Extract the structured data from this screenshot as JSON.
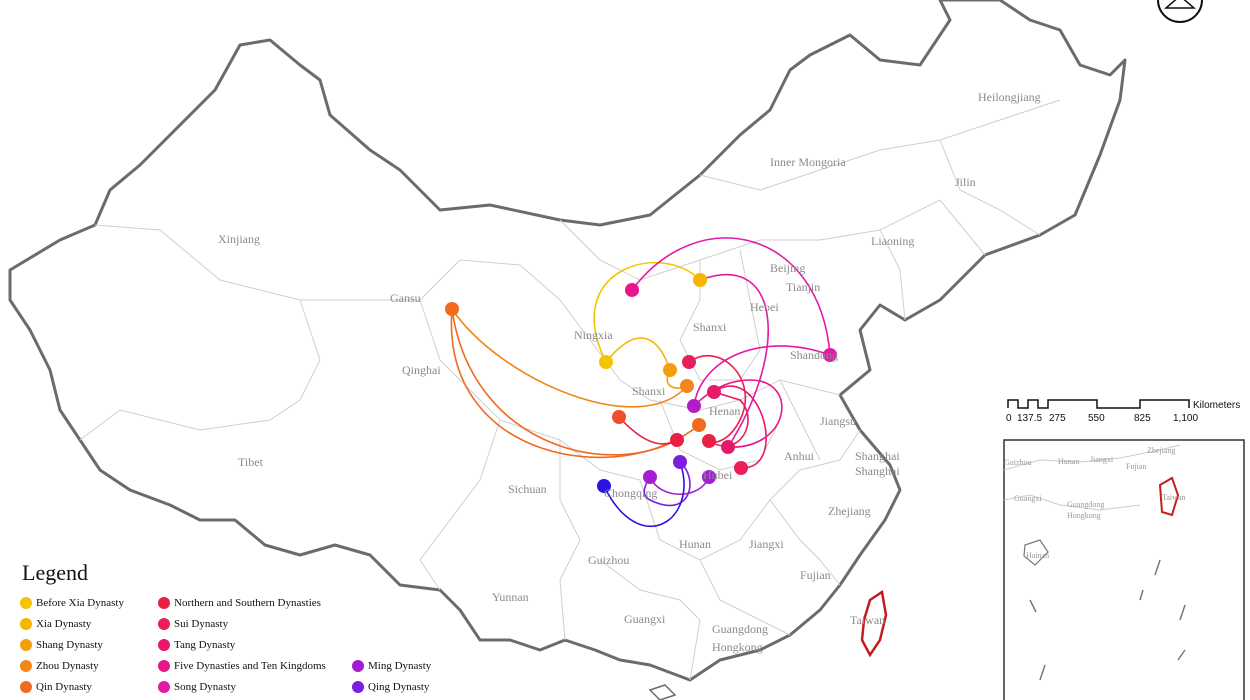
{
  "provinces": [
    {
      "name": "Heilongjiang"
    },
    {
      "name": "Inner Mongoria"
    },
    {
      "name": "Jilin"
    },
    {
      "name": "Xinjiang"
    },
    {
      "name": "Liaoning"
    },
    {
      "name": "Beijing"
    },
    {
      "name": "Tianjin"
    },
    {
      "name": "Hebei"
    },
    {
      "name": "Gansu"
    },
    {
      "name": "Ningxia"
    },
    {
      "name": "Shanxi"
    },
    {
      "name": "Shandong"
    },
    {
      "name": "Qinghai"
    },
    {
      "name": "Shanxi"
    },
    {
      "name": "Henan"
    },
    {
      "name": "Jiangsu"
    },
    {
      "name": "Tibet"
    },
    {
      "name": "Shanghai"
    },
    {
      "name": "Shanghai"
    },
    {
      "name": "Anhui"
    },
    {
      "name": "Hubei"
    },
    {
      "name": "Sichuan"
    },
    {
      "name": "Chongqing"
    },
    {
      "name": "Zhejiang"
    },
    {
      "name": "Hunan"
    },
    {
      "name": "Jiangxi"
    },
    {
      "name": "Guizhou"
    },
    {
      "name": "Fujian"
    },
    {
      "name": "Yunnan"
    },
    {
      "name": "Taiwan"
    },
    {
      "name": "Guangxi"
    },
    {
      "name": "Guangdong"
    },
    {
      "name": "Hongkong"
    }
  ],
  "legend": {
    "title": "Legend",
    "items": [
      {
        "label": "Before Xia Dynasty",
        "color": "#f5c400"
      },
      {
        "label": "Xia Dynasty",
        "color": "#f7b500"
      },
      {
        "label": "Shang Dynasty",
        "color": "#f59e0b"
      },
      {
        "label": "Zhou Dynasty",
        "color": "#f3861a"
      },
      {
        "label": "Qin Dynasty",
        "color": "#f06b1f"
      },
      {
        "label": "Northern and Southern Dynasties",
        "color": "#ea1f46"
      },
      {
        "label": "Sui Dynasty",
        "color": "#ea1f5a"
      },
      {
        "label": "Tang Dynasty",
        "color": "#e8196b"
      },
      {
        "label": "Five Dynasties and Ten Kingdoms",
        "color": "#e8168a"
      },
      {
        "label": "Song Dynasty",
        "color": "#e31aa5"
      },
      {
        "label": "Ming Dynasty",
        "color": "#a21ecf"
      },
      {
        "label": "Qing Dynasty",
        "color": "#7b1fdc"
      }
    ]
  },
  "scale_bar": {
    "unit": "Kilometers",
    "ticks": [
      "0",
      "137.5",
      "275",
      "550",
      "825",
      "1,100"
    ]
  },
  "inset": {
    "labels": [
      "Guizhou",
      "Hunan",
      "Jiangxi",
      "Zhejiang",
      "Fujian",
      "Guangxi",
      "Guangdong",
      "Hongkong",
      "Hainan",
      "Taiwan"
    ]
  },
  "compass_icon": "north-arrow-icon"
}
